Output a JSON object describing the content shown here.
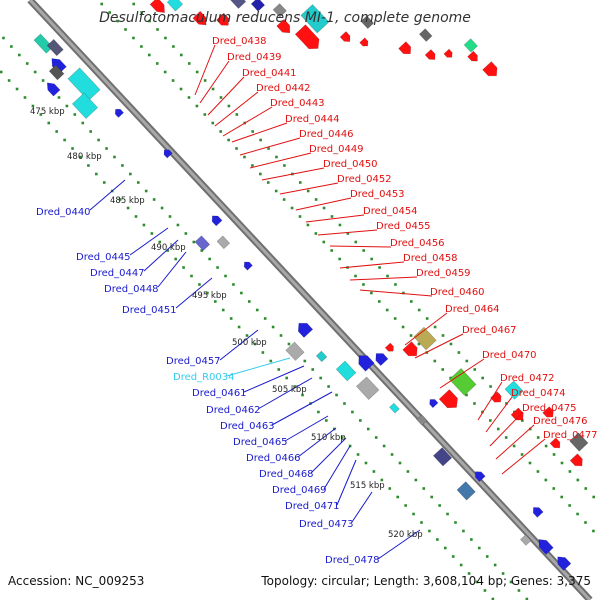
{
  "title": "Desulfotomaculum reducens MI-1, complete genome",
  "footer": {
    "accession": "Accession: NC_009253",
    "topology": "Topology: circular; Length: 3,608,104 bp; Genes: 3,375"
  },
  "colors": {
    "backbone": "#8a8a8a",
    "tick_dots": "#2e8b2e",
    "forward_label": "#e01010",
    "reverse_label": "#1a1acc",
    "rna_label": "#33ccee"
  },
  "scale_labels": [
    "475 kbp",
    "480 kbp",
    "485 kbp",
    "490 kbp",
    "495 kbp",
    "500 kbp",
    "505 kbp",
    "510 kbp",
    "515 kbp",
    "520 kbp"
  ],
  "forward_labels": [
    "Dred_0438",
    "Dred_0439",
    "Dred_0441",
    "Dred_0442",
    "Dred_0443",
    "Dred_0444",
    "Dred_0446",
    "Dred_0449",
    "Dred_0450",
    "Dred_0452",
    "Dred_0453",
    "Dred_0454",
    "Dred_0455",
    "Dred_0456",
    "Dred_0458",
    "Dred_0459",
    "Dred_0460",
    "Dred_0464",
    "Dred_0467",
    "Dred_0470",
    "Dred_0472",
    "Dred_0474",
    "Dred_0475",
    "Dred_0476",
    "Dred_0477"
  ],
  "reverse_labels": [
    "Dred_0440",
    "Dred_0445",
    "Dred_0447",
    "Dred_0448",
    "Dred_0451",
    "Dred_0457",
    "Dred_R0034",
    "Dred_0461",
    "Dred_0462",
    "Dred_0463",
    "Dred_0465",
    "Dred_0466",
    "Dred_0468",
    "Dred_0469",
    "Dred_0471",
    "Dred_0473",
    "Dred_0478"
  ]
}
